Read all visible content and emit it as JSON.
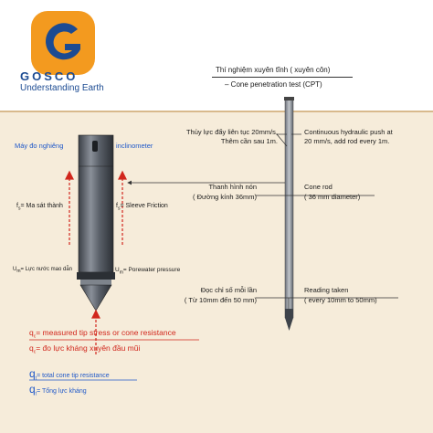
{
  "brand": {
    "logo_letter": "G",
    "name": "GOSCO",
    "tagline": "Understanding Earth",
    "logo_color": "#f39a1f",
    "logo_letter_color": "#1c4b92"
  },
  "header": {
    "title_vi": "Thí nghiệm xuyên tĩnh ( xuyên côn)",
    "title_en": "– Cone penetration test (CPT)"
  },
  "probe_labels": {
    "inclinometer_vi": "Máy đo nghiêng",
    "inclinometer_en": "inclinometer",
    "fs_symbol": "f",
    "fs_subscript": "s",
    "fs_vi": "= Ma sát thành",
    "fs_en": "= Sleeve Friction",
    "u_symbol": "U",
    "u_subscript": "m",
    "u_vi": "= Lực nước mao dẫn",
    "u_en": "= Porewater pressure"
  },
  "right_annotations": {
    "push_vi": [
      "Thủy lực đẩy liên tục  20mm/s,",
      "Thêm cần sau 1m."
    ],
    "push_en": [
      "Continuous hydraulic push at",
      "20 mm/s, add rod every 1m."
    ],
    "cone_vi": [
      "Thanh hình nón",
      "( Đường kính 36mm)"
    ],
    "cone_en": [
      "Cone rod",
      "( 36 mm diameter)"
    ],
    "reading_vi": [
      "Đọc chỉ số mỗi lần",
      "( Từ 10mm đến 50 mm)"
    ],
    "reading_en": [
      "Reading taken",
      "( every 10mm to 50mm)"
    ]
  },
  "legend": {
    "qc_symbol": "q",
    "qc_subscript": "c",
    "qc_en": "= measured tip stress or cone resistance",
    "qc_vi": "= đo lực kháng xuyên đầu mũi",
    "qt_symbol": "q",
    "qt_subscript": "t",
    "qt_en": "= total cone tip resistance",
    "qt_vi": "= Tổng lực kháng"
  },
  "colors": {
    "red": "#d1261c",
    "blue": "#1f58c9",
    "soil": "#f6ecda",
    "ground": "#d8b98c",
    "probe": "#4a5058"
  }
}
